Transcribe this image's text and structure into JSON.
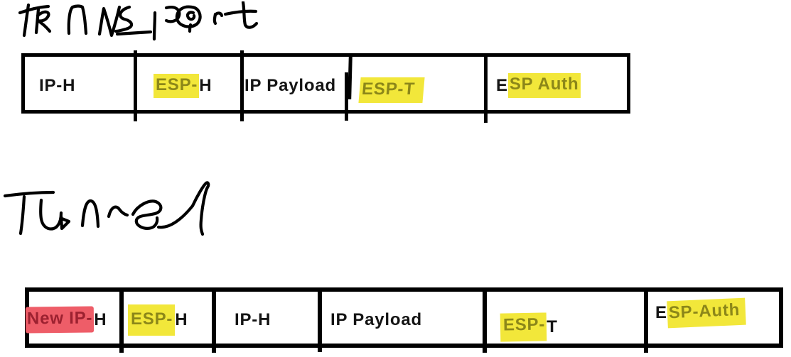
{
  "titles": {
    "transport": "TRANSPORT",
    "tunnel": "Tunnel"
  },
  "colors": {
    "ink": "#000000",
    "label_text": "#141414",
    "highlight_yellow": "#f2e73a",
    "highlight_yellow_text": "#8c8719",
    "highlight_red": "#ee5d68",
    "highlight_red_text": "#9c2130"
  },
  "transport_packet": {
    "cells": [
      {
        "label": "IP-H",
        "segments": [
          {
            "text": "IP-H",
            "highlight": "none"
          }
        ]
      },
      {
        "label": "ESP-H",
        "segments": [
          {
            "text": "ESP-",
            "highlight": "yellow"
          },
          {
            "text": "H",
            "highlight": "none"
          }
        ]
      },
      {
        "label": "IP Payload",
        "segments": [
          {
            "text": "IP Payload",
            "highlight": "none"
          }
        ]
      },
      {
        "label": "ESP-T",
        "segments": [
          {
            "text": "ESP-T",
            "highlight": "yellow"
          }
        ]
      },
      {
        "label": "ESP Auth",
        "segments": [
          {
            "text": "E",
            "highlight": "none"
          },
          {
            "text": "SP Auth",
            "highlight": "yellow"
          }
        ]
      }
    ]
  },
  "tunnel_packet": {
    "cells": [
      {
        "label": "New IP-H",
        "segments": [
          {
            "text": "New IP-",
            "highlight": "red"
          },
          {
            "text": "H",
            "highlight": "none"
          }
        ]
      },
      {
        "label": "ESP-H",
        "segments": [
          {
            "text": "ESP-",
            "highlight": "yellow"
          },
          {
            "text": "H",
            "highlight": "none"
          }
        ]
      },
      {
        "label": "IP-H",
        "segments": [
          {
            "text": "IP-H",
            "highlight": "none"
          }
        ]
      },
      {
        "label": "IP Payload",
        "segments": [
          {
            "text": "IP Payload",
            "highlight": "none"
          }
        ]
      },
      {
        "label": "ESP-T",
        "segments": [
          {
            "text": "ESP-",
            "highlight": "yellow"
          },
          {
            "text": "T",
            "highlight": "none"
          }
        ]
      },
      {
        "label": "ESP-Auth",
        "segments": [
          {
            "text": "E",
            "highlight": "none"
          },
          {
            "text": "SP-Auth",
            "highlight": "yellow"
          }
        ]
      }
    ]
  }
}
